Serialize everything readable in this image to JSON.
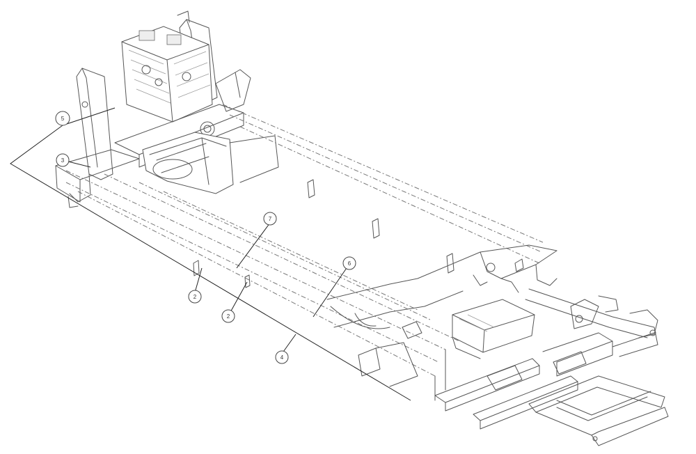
{
  "callouts": [
    {
      "id": "callout-5",
      "label": "5"
    },
    {
      "id": "callout-3",
      "label": "3"
    },
    {
      "id": "callout-7",
      "label": "7"
    },
    {
      "id": "callout-6",
      "label": "6"
    },
    {
      "id": "callout-2a",
      "label": "2"
    },
    {
      "id": "callout-2b",
      "label": "2"
    },
    {
      "id": "callout-4",
      "label": "4"
    }
  ]
}
